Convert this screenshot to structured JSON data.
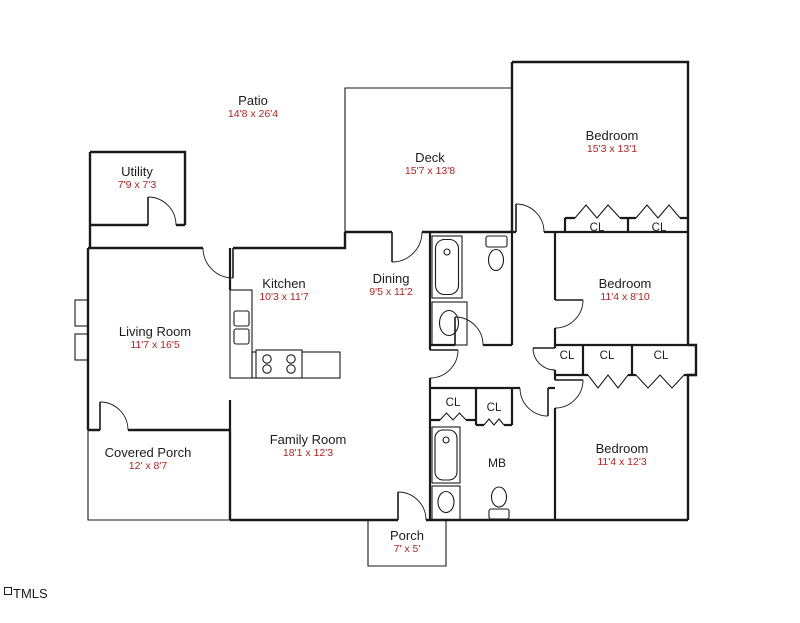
{
  "meta": {
    "watermark": "TMLS"
  },
  "colors": {
    "background": "#ffffff",
    "wall": "#1a1a1a",
    "room_name": "#1c1c1c",
    "dimension_text": "#b32424"
  },
  "rooms": [
    {
      "name": "Patio",
      "dims": "14'8 x 26'4"
    },
    {
      "name": "Utility",
      "dims": "7'9 x 7'3"
    },
    {
      "name": "Deck",
      "dims": "15'7 x 13'8"
    },
    {
      "name": "Bedroom",
      "dims": "15'3 x 13'1"
    },
    {
      "name": "Kitchen",
      "dims": "10'3 x 11'7"
    },
    {
      "name": "Dining",
      "dims": "9'5 x 11'2"
    },
    {
      "name": "Bedroom",
      "dims": "11'4 x 8'10"
    },
    {
      "name": "Living Room",
      "dims": "11'7 x 16'5"
    },
    {
      "name": "Family Room",
      "dims": "18'1 x 12'3"
    },
    {
      "name": "Bedroom",
      "dims": "11'4 x 12'3"
    },
    {
      "name": "Covered Porch",
      "dims": "12' x 8'7"
    },
    {
      "name": "Porch",
      "dims": "7' x 5'"
    }
  ],
  "labels": {
    "closet": "CL",
    "master_bath": "MB"
  }
}
